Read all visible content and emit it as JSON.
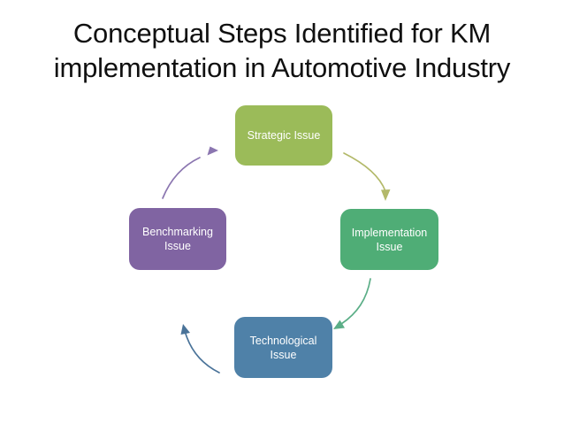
{
  "slide": {
    "background_color": "#FFFFFF",
    "title": "Conceptual Steps Identified for KM\nimplementation in Automotive Industry",
    "title_color": "#101010"
  },
  "diagram": {
    "type": "cycle",
    "direction": "clockwise",
    "nodes": [
      {
        "id": "strategic",
        "label": "Strategic Issue",
        "color": "#9BBB59",
        "text_color": "#FFFFFF",
        "position": "top"
      },
      {
        "id": "implementation",
        "label": "Implementation\nIssue",
        "color": "#4FAD76",
        "text_color": "#FFFFFF",
        "position": "right"
      },
      {
        "id": "technological",
        "label": "Technological\nIssue",
        "color": "#4F81A8",
        "text_color": "#FFFFFF",
        "position": "bottom"
      },
      {
        "id": "benchmarking",
        "label": "Benchmarking\nIssue",
        "color": "#8064A2",
        "text_color": "#FFFFFF",
        "position": "left"
      }
    ],
    "arrows": [
      {
        "id": "strategic-to-implementation",
        "from": "strategic",
        "to": "implementation",
        "color": "#B3B96A"
      },
      {
        "id": "implementation-to-technological",
        "from": "implementation",
        "to": "technological",
        "color": "#5BAE87"
      },
      {
        "id": "technological-to-benchmarking",
        "from": "technological",
        "to": "benchmarking",
        "color": "#4A7399"
      },
      {
        "id": "benchmarking-to-strategic",
        "from": "benchmarking",
        "to": "strategic",
        "color": "#8B76B0"
      }
    ]
  }
}
